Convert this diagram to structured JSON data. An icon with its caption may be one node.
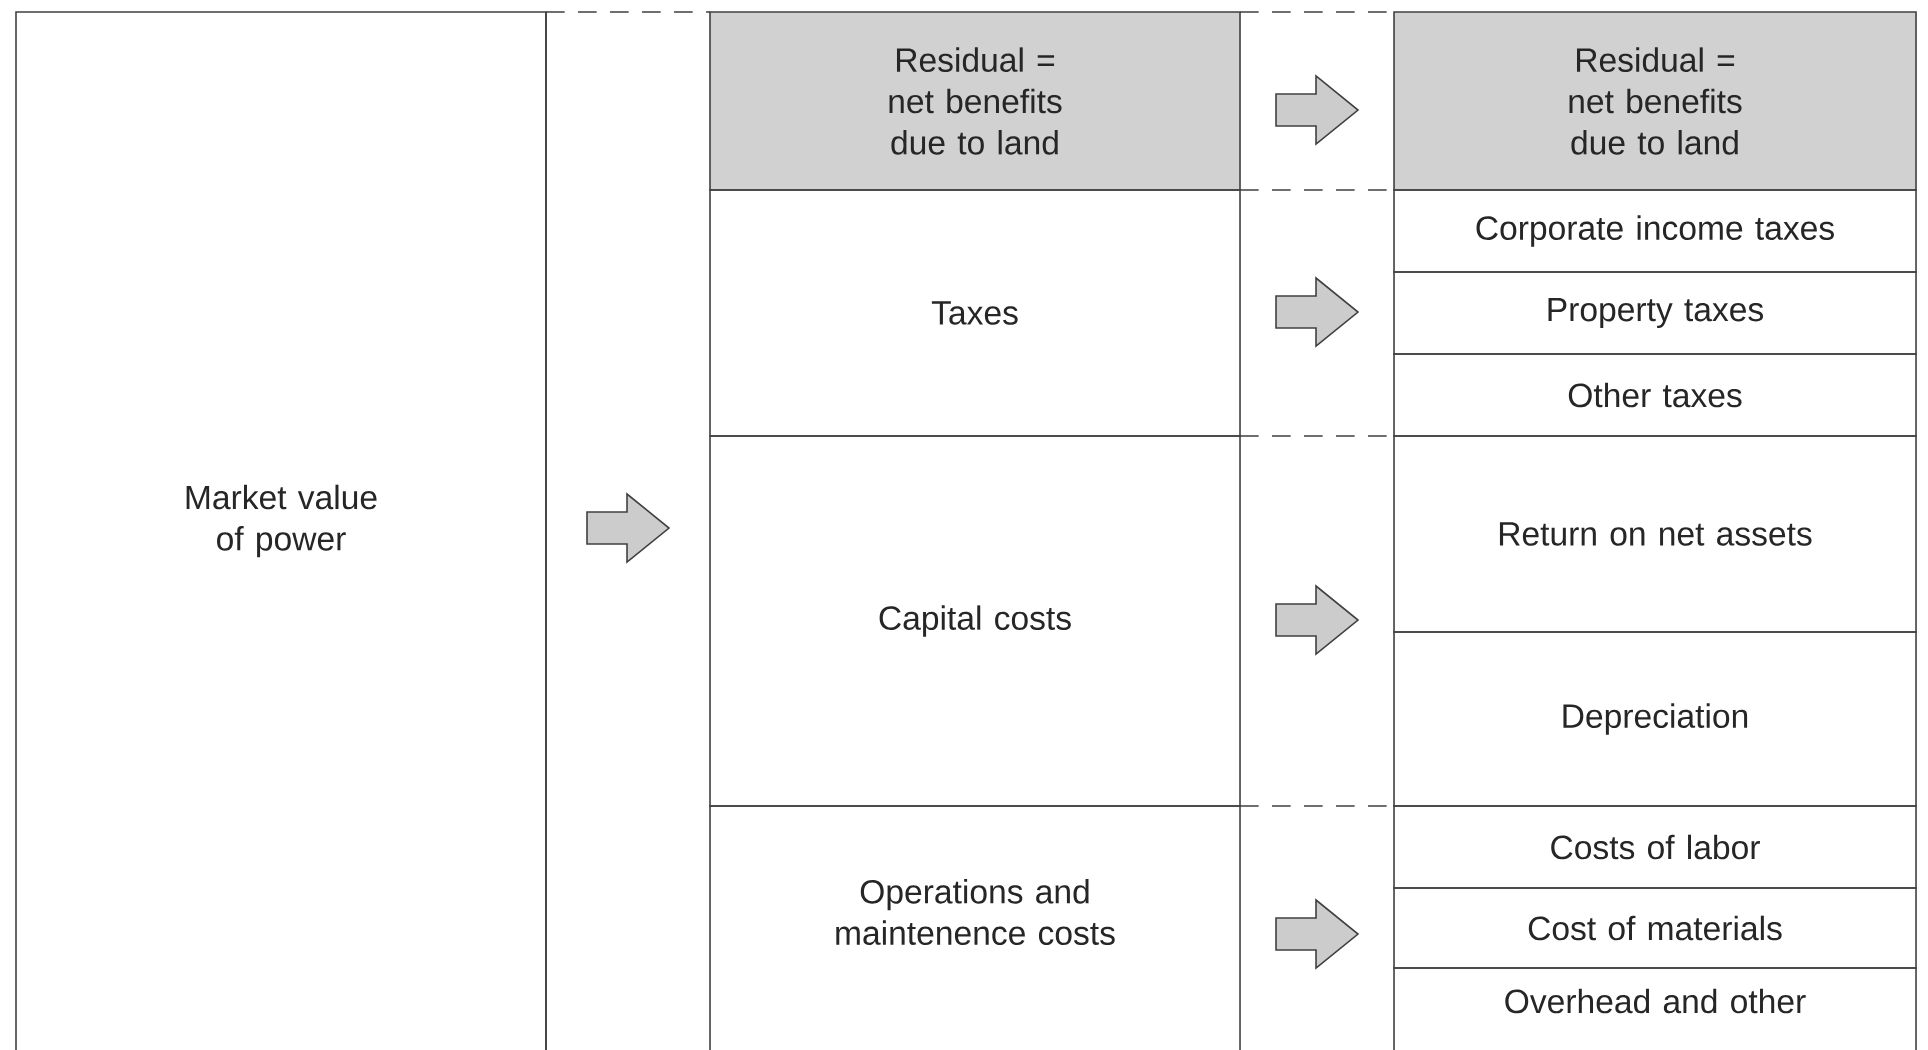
{
  "diagram": {
    "nodes": [
      {
        "text": [
          "Market value of power"
        ]
      },
      {
        "text": [
          "Residual = net benefits due to land"
        ]
      },
      {
        "text": [
          "Taxes"
        ]
      },
      {
        "text": [
          "Capital costs"
        ]
      },
      {
        "text": [
          "Operations and maintenence costs"
        ]
      },
      {
        "text": [
          "Residual = net benefits due to land"
        ]
      },
      {
        "text": [
          "Corporate income taxes"
        ]
      },
      {
        "text": [
          "Property taxes"
        ]
      },
      {
        "text": [
          "Other taxes"
        ]
      },
      {
        "text": [
          "Return on net assets"
        ]
      },
      {
        "text": [
          "Depreciation"
        ]
      },
      {
        "text": [
          "Costs of labor"
        ]
      },
      {
        "text": [
          "Cost of materials"
        ]
      },
      {
        "text": [
          "Overhead and other"
        ]
      }
    ],
    "edges": [
      {
        "from": 0,
        "to": 2,
        "arrow": "to"
      },
      {
        "from": 0,
        "to": 3,
        "arrow": "to"
      },
      {
        "from": 1,
        "to": 5,
        "arrow": "to"
      },
      {
        "from": 2,
        "to": 6,
        "arrow": "to"
      },
      {
        "from": 2,
        "to": 7,
        "arrow": "to"
      },
      {
        "from": 2,
        "to": 8,
        "arrow": "to"
      },
      {
        "from": 3,
        "to": 9,
        "arrow": "to"
      },
      {
        "from": 3,
        "to": 10,
        "arrow": "to"
      },
      {
        "from": 4,
        "to": 11,
        "arrow": "to"
      },
      {
        "from": 4,
        "to": 12,
        "arrow": "to"
      },
      {
        "from": 4,
        "to": 13,
        "arrow": "to"
      }
    ]
  }
}
